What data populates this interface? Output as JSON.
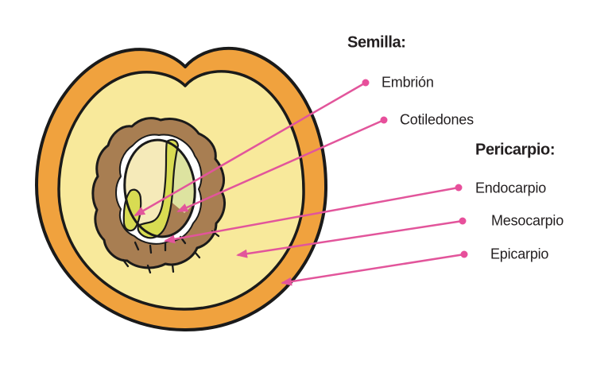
{
  "sections": {
    "semilla": {
      "heading": "Semilla:",
      "items": [
        {
          "id": "embrion",
          "label": "Embrión"
        },
        {
          "id": "cotiledones",
          "label": "Cotiledones"
        }
      ]
    },
    "pericarpio": {
      "heading": "Pericarpio:",
      "items": [
        {
          "id": "endocarpio",
          "label": "Endocarpio"
        },
        {
          "id": "mesocarpio",
          "label": "Mesocarpio"
        },
        {
          "id": "epicarpio",
          "label": "Epicarpio"
        }
      ]
    }
  },
  "colors": {
    "arrow_pink": "#E2559B",
    "dot_pink": "#E74F9B",
    "outline_black": "#1A1A1A",
    "epicarp_orange": "#F0A23E",
    "mesocarp_yellow": "#F8E99B",
    "endocarp_brown": "#A87E52",
    "seed_coat_white": "#FFFFFF",
    "seed_flesh_cream": "#F5EAB9",
    "cotyledon_green": "#DDE3A0",
    "embryo_yellow_green": "#D8DC52",
    "label_text": "#231F20"
  }
}
